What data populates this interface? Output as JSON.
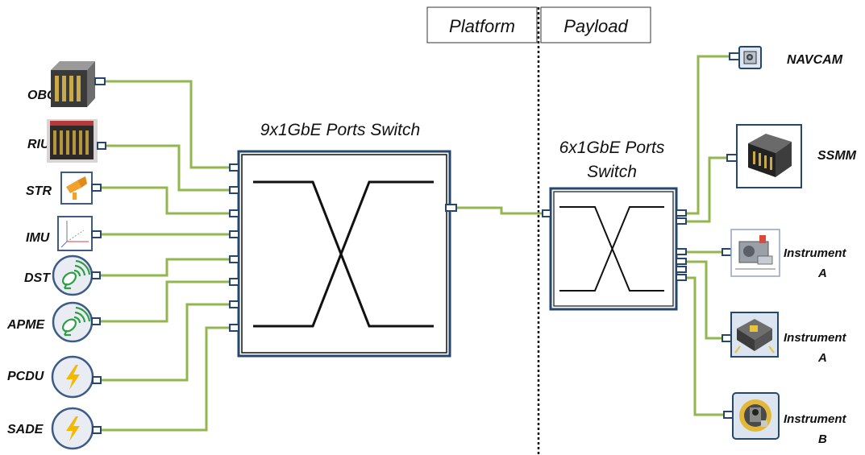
{
  "header": {
    "platform_label": "Platform",
    "payload_label": "Payload"
  },
  "switch_main": {
    "title": "9x1GbE Ports Switch"
  },
  "switch_payload": {
    "title_line1": "6x1GbE Ports",
    "title_line2": "Switch"
  },
  "platform_devices": [
    {
      "label": "OBC",
      "icon": "obc-unit-icon"
    },
    {
      "label": "RIU",
      "icon": "riu-unit-icon"
    },
    {
      "label": "STR",
      "icon": "star-tracker-icon"
    },
    {
      "label": "IMU",
      "icon": "imu-axes-icon"
    },
    {
      "label": "DST",
      "icon": "satellite-dish-icon"
    },
    {
      "label": "APME",
      "icon": "satellite-dish-icon"
    },
    {
      "label": "PCDU",
      "icon": "lightning-icon"
    },
    {
      "label": "SADE",
      "icon": "lightning-icon"
    }
  ],
  "payload_devices": [
    {
      "label": "NAVCAM",
      "icon": "camera-icon"
    },
    {
      "label": "SSMM",
      "icon": "mass-memory-icon"
    },
    {
      "label_line1": "Instrument",
      "label_line2": "A",
      "icon": "instrument-icon"
    },
    {
      "label_line1": "Instrument",
      "label_line2": "A",
      "icon": "instrument-icon"
    },
    {
      "label_line1": "Instrument",
      "label_line2": "B",
      "icon": "instrument-icon"
    }
  ],
  "colors": {
    "wire": "#92b74e",
    "frame": "#25476e",
    "icon_ring": "#3c5c86",
    "dish_green": "#2e9e45",
    "bolt_yellow": "#f5b800"
  }
}
